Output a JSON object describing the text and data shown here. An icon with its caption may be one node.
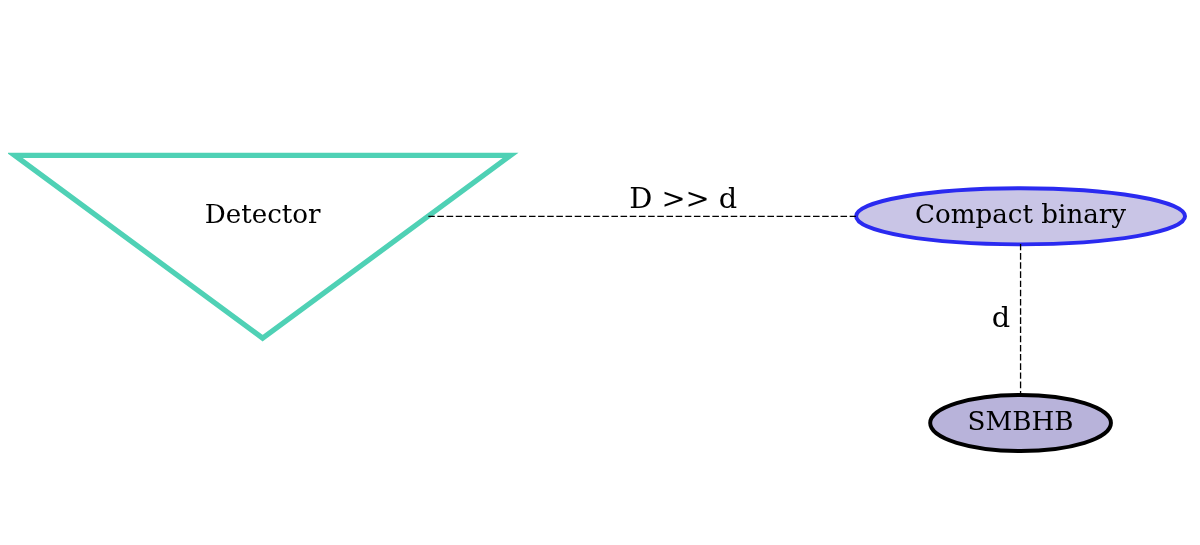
{
  "diagram": {
    "nodes": [
      {
        "text": [
          "Detector"
        ]
      },
      {
        "text": [
          "Compact binary"
        ]
      },
      {
        "text": [
          "SMBHB"
        ]
      }
    ],
    "edges": [
      {
        "from": 0,
        "to": 1,
        "arrow": "none",
        "style": "dashed",
        "label": "D >> d"
      },
      {
        "from": 1,
        "to": 2,
        "arrow": "none",
        "style": "dashed",
        "label": "d"
      }
    ]
  }
}
